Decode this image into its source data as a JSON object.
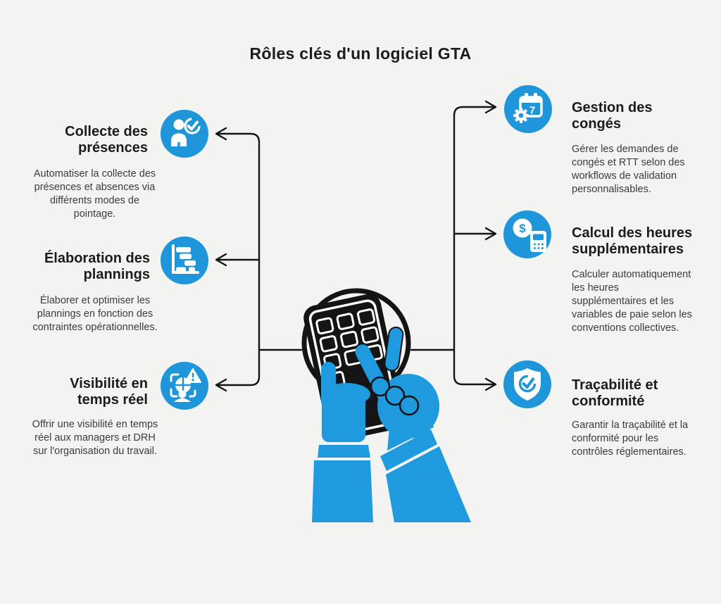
{
  "title": "Rôles clés d'un logiciel GTA",
  "colors": {
    "background": "#f3f3f1",
    "accent_blue": "#1e96d9",
    "hand_blue": "#1f9ade",
    "line_black": "#141414",
    "heading_text": "#1c1c1c",
    "body_text": "#3b3b3b"
  },
  "center": {
    "illustration": "hands-tapping-time-clock-keypad"
  },
  "icons": {
    "calendar_day": "7",
    "currency_symbol": "$"
  },
  "left_items": [
    {
      "icon": "person-check-icon",
      "title": "Collecte des présences",
      "description": "Automatiser la collecte des présences et absences via différents modes de pointage."
    },
    {
      "icon": "gantt-chart-icon",
      "title": "Élaboration des plannings",
      "description": "Élaborer et optimiser les plannings en fonction des contraintes opérationnelles."
    },
    {
      "icon": "realtime-dashboard-alert-icon",
      "title": "Visibilité en temps réel",
      "description": "Offrir une visibilité en temps réel aux managers et DRH sur l'organisation du travail."
    }
  ],
  "right_items": [
    {
      "icon": "calendar-gear-icon",
      "title": "Gestion des congés",
      "description": "Gérer les demandes de congés et RTT selon des workflows de validation personnalisables."
    },
    {
      "icon": "money-calculator-icon",
      "title": "Calcul des heures supplémentaires",
      "description": "Calculer automatiquement les heures supplémentaires et les variables de paie selon les conventions collectives."
    },
    {
      "icon": "shield-check-icon",
      "title": "Traçabilité et conformité",
      "description": "Garantir la traçabilité et la conformité pour les contrôles réglementaires."
    }
  ]
}
